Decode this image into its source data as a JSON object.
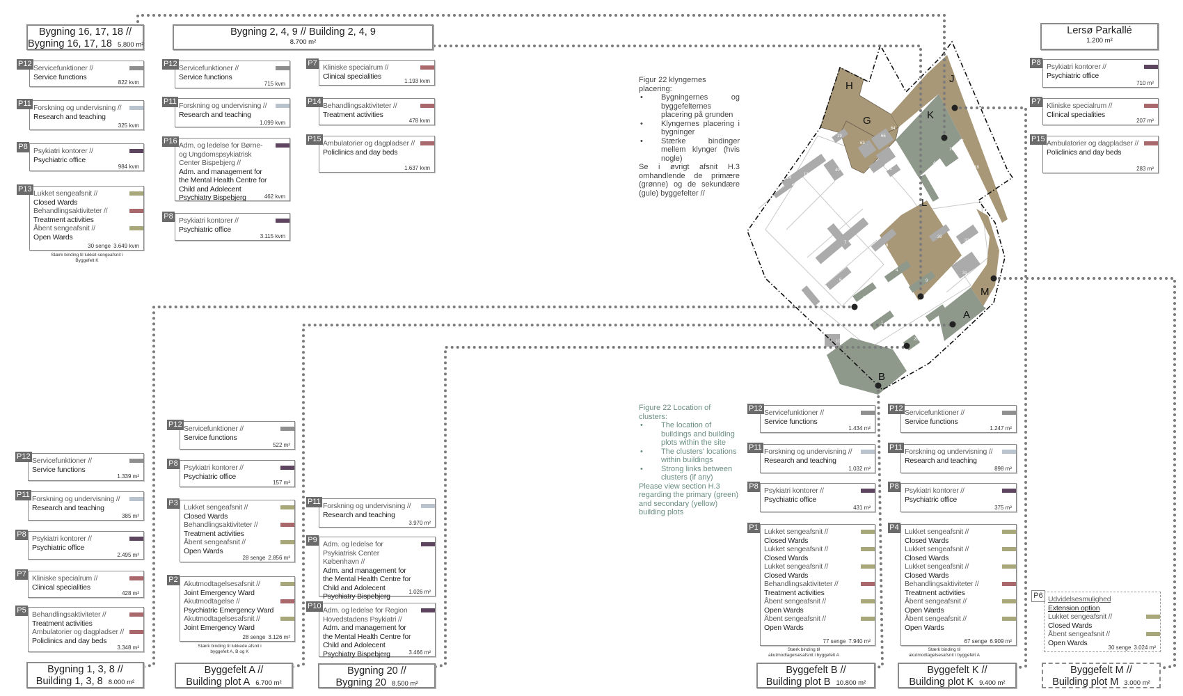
{
  "colors": {
    "service": "#8f8f8f",
    "research": "#b9c3cd",
    "office": "#5d4560",
    "clinical": "#a9686b",
    "ward": "#a8a779",
    "plot_secondary": "#a89878",
    "plot_primary": "#8e988b",
    "building": "#ababab"
  },
  "figure_text": {
    "da_title": "Figur 22  klyngernes placering:",
    "da_bullets": [
      "Bygningernes og byggefelternes placering på grunden",
      "Klyngernes placering i bygninger",
      "Stærke bindinger mellem klynger (hvis nogle)"
    ],
    "da_body": "Se i øvrigt afsnit H.3 omhandlende de primære (grønne) og de sekundære (gule) byggefelter //",
    "en_title": "Figure 22  Location of clusters:",
    "en_bullets": [
      "The location of buildings and building plots within the site",
      "The clusters' locations within buildings",
      "Strong links between clusters (if any)"
    ],
    "en_body": "Please view section H.3 regarding the primary (green) and secondary (yellow) building plots"
  },
  "map": {
    "plots": [
      "H",
      "G",
      "J",
      "K",
      "L",
      "M",
      "A",
      "B"
    ],
    "buildings": [
      "19",
      "63",
      "64",
      "65",
      "60",
      "61",
      "62",
      "16",
      "17",
      "18",
      "41",
      "43",
      "14",
      "13",
      "40",
      "7",
      "6",
      "5",
      "4",
      "9",
      "3",
      "1",
      "2",
      "11",
      "10",
      "20",
      "30",
      "32",
      "31"
    ]
  },
  "groups": [
    {
      "header": {
        "line1": "Bygning 16, 17, 18 //",
        "line2": "Bygning 16, 17, 18",
        "area": "5.800 m²"
      },
      "note": "Stærk binding til lukket sengeafsnit i Byggefelt K",
      "cards": [
        {
          "tag": "P12",
          "entries": [
            {
              "da": "Servicefunktioner //",
              "en": "Service functions",
              "color": "service"
            }
          ],
          "area": "822 kvm"
        },
        {
          "tag": "P11",
          "entries": [
            {
              "da": "Forskning og undervisning //",
              "en": "Research and teaching",
              "color": "research"
            }
          ],
          "area": "325 kvm"
        },
        {
          "tag": "P8",
          "entries": [
            {
              "da": "Psykiatri kontorer //",
              "en": "Psychiatric office",
              "color": "office"
            }
          ],
          "area": "984 kvm"
        },
        {
          "tag": "P13",
          "entries": [
            {
              "da": "Lukket sengeafsnit //",
              "en": "Closed Wards",
              "color": "ward"
            },
            {
              "da": "Behandlingsaktiviteter //",
              "en": "Treatment activities",
              "color": "clinical"
            },
            {
              "da": "Åbent sengeafsnit //",
              "en": "Open Wards",
              "color": "ward"
            }
          ],
          "beds": "30 senge",
          "area": "3.649 kvm"
        }
      ]
    },
    {
      "header": {
        "line1": "Bygning 2, 4, 9 // Building 2, 4, 9",
        "line2": "",
        "area": "8.700 m²"
      },
      "cards": [
        {
          "tag": "P12",
          "entries": [
            {
              "da": "Servicefunktioner //",
              "en": "Service functions",
              "color": "service"
            }
          ],
          "area": "715 kvm"
        },
        {
          "tag": "P11",
          "entries": [
            {
              "da": "Forskning og undervisning //",
              "en": "Research and teaching",
              "color": "research"
            }
          ],
          "area": "1.099 kvm"
        },
        {
          "tag": "P16",
          "entries": [
            {
              "da": "Adm. og ledelse for Børne- og Ungdomspsykiatrisk Center Bispebjerg //",
              "en": "Adm. and management for the Mental Health Centre for Child and Adolecent Psychiatry Bispebjerg",
              "color": "office"
            }
          ],
          "area": "462 kvm"
        },
        {
          "tag": "P8",
          "entries": [
            {
              "da": "Psykiatri kontorer //",
              "en": "Psychiatric office",
              "color": "office"
            }
          ],
          "area": "3.115 kvm"
        },
        {
          "tag": "P7",
          "entries": [
            {
              "da": "Kliniske specialrum //",
              "en": "Clinical specialities",
              "color": "clinical"
            }
          ],
          "area": "1.193 kvm"
        },
        {
          "tag": "P14",
          "entries": [
            {
              "da": "Behandlingsaktiviteter //",
              "en": "Treatment activities",
              "color": "clinical"
            }
          ],
          "area": "478 kvm"
        },
        {
          "tag": "P15",
          "entries": [
            {
              "da": "Ambulatorier og dagpladser //",
              "en": "Policlinics and day beds",
              "color": "clinical"
            }
          ],
          "area": "1.637 kvm"
        }
      ]
    },
    {
      "header": {
        "line1": "Lersø Parkallé",
        "line2": "",
        "area": "1.200 m²"
      },
      "cards": [
        {
          "tag": "P8",
          "entries": [
            {
              "da": "Psykiatri kontorer //",
              "en": "Psychiatric office",
              "color": "office"
            }
          ],
          "area": "710 m²"
        },
        {
          "tag": "P7",
          "entries": [
            {
              "da": "Kliniske specialrum //",
              "en": "Clinical specialities",
              "color": "clinical"
            }
          ],
          "area": "207 m²"
        },
        {
          "tag": "P15",
          "entries": [
            {
              "da": "Ambulatorier og dagpladser //",
              "en": "Policlinics and day beds",
              "color": "clinical"
            }
          ],
          "area": "283 m²"
        }
      ]
    },
    {
      "header": {
        "line1": "Bygning 1, 3, 8 //",
        "line2": "Building 1, 3, 8",
        "area": "8.000 m²"
      },
      "cards": [
        {
          "tag": "P12",
          "entries": [
            {
              "da": "Servicefunktioner //",
              "en": "Service functions",
              "color": "service"
            }
          ],
          "area": "1.339 m²"
        },
        {
          "tag": "P11",
          "entries": [
            {
              "da": "Forskning og undervisning //",
              "en": "Research and teaching",
              "color": "research"
            }
          ],
          "area": "385 m²"
        },
        {
          "tag": "P8",
          "entries": [
            {
              "da": "Psykiatri kontorer //",
              "en": "Psychiatric office",
              "color": "office"
            }
          ],
          "area": "2.495 m²"
        },
        {
          "tag": "P7",
          "entries": [
            {
              "da": "Kliniske specialrum //",
              "en": "Clinical specialities",
              "color": "clinical"
            }
          ],
          "area": "428 m²"
        },
        {
          "tag": "P5",
          "entries": [
            {
              "da": "Behandlingsaktiviteter //",
              "en": "Treatment activities",
              "color": "clinical"
            },
            {
              "da": "Ambulatorier og dagpladser //",
              "en": "Policlinics and day beds",
              "color": "clinical"
            }
          ],
          "area": "3.348 m²"
        }
      ]
    },
    {
      "header": {
        "line1": "Byggefelt A //",
        "line2": "Building plot A",
        "area": "6.700 m²"
      },
      "note": "Stærk binding til lukkede afsnit i byggefelt A, B og K",
      "cards": [
        {
          "tag": "P12",
          "entries": [
            {
              "da": "Servicefunktioner //",
              "en": "Service functions",
              "color": "service"
            }
          ],
          "area": "522 m²"
        },
        {
          "tag": "P8",
          "entries": [
            {
              "da": "Psykiatri kontorer //",
              "en": "Psychiatric office",
              "color": "office"
            }
          ],
          "area": "157 m²"
        },
        {
          "tag": "P3",
          "entries": [
            {
              "da": "Lukket sengeafsnit //",
              "en": "Closed Wards",
              "color": "ward"
            },
            {
              "da": "Behandlingsaktiviteter //",
              "en": "Treatment activities",
              "color": "clinical"
            },
            {
              "da": "Åbent sengeafsnit //",
              "en": "Open Wards",
              "color": "ward"
            }
          ],
          "beds": "28 senge",
          "area": "2.856 m²"
        },
        {
          "tag": "P2",
          "entries": [
            {
              "da": "Akutmodtagelsesafsnit //",
              "en": "Joint Emergency Ward",
              "color": "ward"
            },
            {
              "da": "Akutmodtagelse //",
              "en": "Psychiatric Emergency Ward",
              "color": "clinical"
            },
            {
              "da": "Akutmodtagelsesafsnit //",
              "en": "Joint Emergency Ward",
              "color": "ward"
            }
          ],
          "beds": "28 senge",
          "area": "3.126 m²"
        }
      ]
    },
    {
      "header": {
        "line1": "Bygning 20 //",
        "line2": "Bygning 20",
        "area": "8.500 m²"
      },
      "cards": [
        {
          "tag": "P11",
          "entries": [
            {
              "da": "Forskning og undervisning //",
              "en": "Research and teaching",
              "color": "research"
            }
          ],
          "area": "3.970 m²"
        },
        {
          "tag": "P9",
          "entries": [
            {
              "da": "Adm. og ledelse for Psykiatrisk Center København //",
              "en": "Adm. and management for the Mental Health Centre for Child and Adolecent Psychiatry Bispebjerg",
              "color": "office"
            }
          ],
          "area": "1.026 m²"
        },
        {
          "tag": "P10",
          "entries": [
            {
              "da": "Adm. og ledelse for Region Hovedstadens Psykiatri //",
              "en": "Adm. and management for the Mental Health Centre for Child and Adolecent Psychiatry Bispebjerg",
              "color": "office"
            }
          ],
          "area": "3.466 m²"
        }
      ]
    },
    {
      "header": {
        "line1": "Byggefelt B //",
        "line2": "Building plot B",
        "area": "10.800 m²"
      },
      "note": "Stærk binding til akutmodtagelsesafsnit i byggefelt A",
      "cards": [
        {
          "tag": "P12",
          "entries": [
            {
              "da": "Servicefunktioner //",
              "en": "Service functions",
              "color": "service"
            }
          ],
          "area": "1.434 m²"
        },
        {
          "tag": "P11",
          "entries": [
            {
              "da": "Forskning og undervisning //",
              "en": "Research and teaching",
              "color": "research"
            }
          ],
          "area": "1.032 m²"
        },
        {
          "tag": "P8",
          "entries": [
            {
              "da": "Psykiatri kontorer //",
              "en": "Psychiatric office",
              "color": "office"
            }
          ],
          "area": "431 m²"
        },
        {
          "tag": "P1",
          "entries": [
            {
              "da": "Lukket sengeafsnit //",
              "en": "Closed Wards",
              "color": "ward"
            },
            {
              "da": "Lukket sengeafsnit //",
              "en": "Closed Wards",
              "color": "ward"
            },
            {
              "da": "Lukket sengeafsnit //",
              "en": "Closed Wards",
              "color": "ward"
            },
            {
              "da": "Behandlingsaktiviteter //",
              "en": "Treatment activities",
              "color": "clinical"
            },
            {
              "da": "Åbent sengeafsnit //",
              "en": "Open Wards",
              "color": "ward"
            },
            {
              "da": "Åbent sengeafsnit //",
              "en": "Open Wards",
              "color": "ward"
            }
          ],
          "beds": "77 senge",
          "area": "7.940 m²"
        }
      ]
    },
    {
      "header": {
        "line1": "Byggefelt K //",
        "line2": "Building plot K",
        "area": "9.400 m²"
      },
      "note": "Stærk binding til akutmodtagelsesafsnit i byggefelt A",
      "cards": [
        {
          "tag": "P12",
          "entries": [
            {
              "da": "Servicefunktioner //",
              "en": "Service functions",
              "color": "service"
            }
          ],
          "area": "1.247 m²"
        },
        {
          "tag": "P11",
          "entries": [
            {
              "da": "Forskning og undervisning //",
              "en": "Research and teaching",
              "color": "research"
            }
          ],
          "area": "898 m²"
        },
        {
          "tag": "P8",
          "entries": [
            {
              "da": "Psykiatri kontorer //",
              "en": "Psychiatric office",
              "color": "office"
            }
          ],
          "area": "375 m²"
        },
        {
          "tag": "P4",
          "entries": [
            {
              "da": "Lukket sengeafsnit //",
              "en": "Closed Wards",
              "color": "ward"
            },
            {
              "da": "Lukket sengeafsnit //",
              "en": "Closed Wards",
              "color": "ward"
            },
            {
              "da": "Lukket sengeafsnit //",
              "en": "Closed Wards",
              "color": "ward"
            },
            {
              "da": "Behandlingsaktiviteter //",
              "en": "Treatment activities",
              "color": "clinical"
            },
            {
              "da": "Åbent sengeafsnit //",
              "en": "Open Wards",
              "color": "ward"
            },
            {
              "da": "Åbent sengeafsnit //",
              "en": "Open Wards",
              "color": "ward"
            }
          ],
          "beds": "67 senge",
          "area": "6.909 m²"
        }
      ]
    },
    {
      "header": {
        "line1": "Byggefelt M //",
        "line2": "Building plot M",
        "area": "3.000 m²"
      },
      "cards": [
        {
          "tag": "P6",
          "entries": [
            {
              "da": "Udvidelsesmulighed",
              "en": "Extension option",
              "underline": true
            },
            {
              "da": "Lukket sengeafsnit //",
              "en": "Closed Wards",
              "color": "ward"
            },
            {
              "da": "Åbent sengeafsnit //",
              "en": "Open Wards",
              "color": "ward"
            }
          ],
          "beds": "30 senge",
          "area": "3.024 m²"
        }
      ]
    }
  ]
}
